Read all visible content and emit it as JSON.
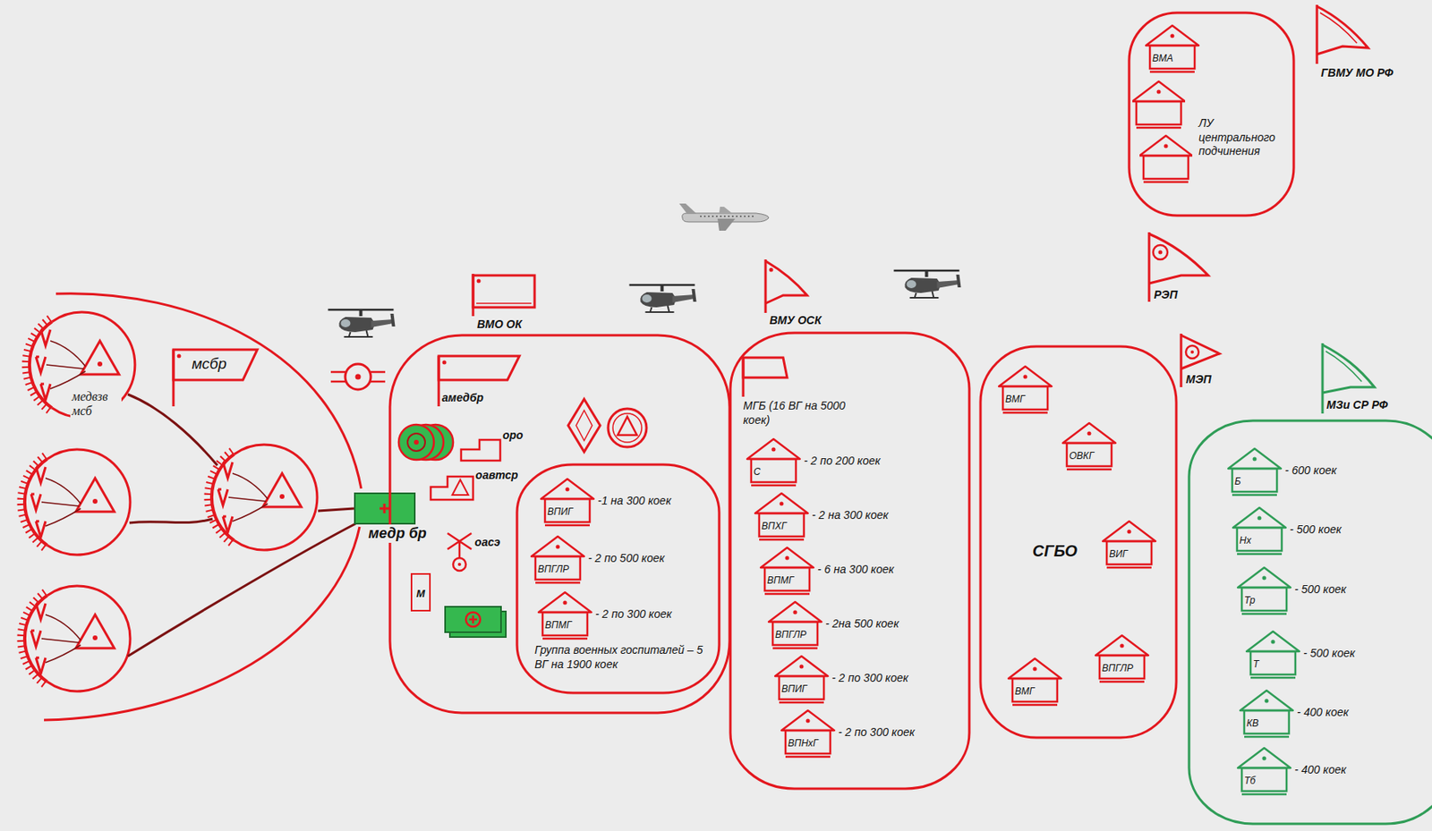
{
  "diagram": {
    "nodes": [
      {
        "text": [
          "ЛУ центрального подчинения"
        ]
      },
      {
        "text": [
          "ВМА"
        ],
        "in": 0
      },
      {
        "text": [
          "мсбр",
          "медвзв мсб"
        ]
      },
      {
        "text": [
          "медр бр"
        ]
      },
      {
        "text": [
          "ВМО ОК"
        ]
      },
      {
        "text": [
          "М"
        ],
        "in": 4
      },
      {
        "text": [
          "Группа военных госпиталей – 5 ВГ на 1900 коек"
        ],
        "in": 4
      },
      {
        "text": [
          "ВПИГ",
          "-1 на 300 коек"
        ],
        "in": 6
      },
      {
        "text": [
          "ВПГЛР",
          "- 2 по 500 коек"
        ],
        "in": 6
      },
      {
        "text": [
          "ВПМГ",
          "- 2 по 300 коек"
        ],
        "in": 6
      },
      {
        "text": [
          "ВМУ ОСК",
          "МГБ (16 ВГ на 5000 коек)"
        ]
      },
      {
        "text": [
          "С",
          "- 2 по 200 коек"
        ],
        "in": 10
      },
      {
        "text": [
          "ВПХГ",
          "- 2 на 300 коек"
        ],
        "in": 10
      },
      {
        "text": [
          "ВПМГ",
          "- 6 на 300 коек"
        ],
        "in": 10
      },
      {
        "text": [
          "ВПГЛР",
          "- 2на 500 коек"
        ],
        "in": 10
      },
      {
        "text": [
          "ВПИГ",
          "- 2 по 300 коек"
        ],
        "in": 10
      },
      {
        "text": [
          "ВПНхГ",
          "- 2 по 300 коек"
        ],
        "in": 10
      },
      {
        "text": [
          "СГБО"
        ]
      },
      {
        "text": [
          "ВМГ"
        ],
        "in": 17
      },
      {
        "text": [
          "ОВКГ"
        ],
        "in": 17
      },
      {
        "text": [
          "ВИГ"
        ],
        "in": 17
      },
      {
        "text": [
          "ВПГЛР"
        ],
        "in": 17
      },
      {
        "text": [
          "ВМГ"
        ],
        "in": 17
      },
      {
        "text": [
          "МЗи СР РФ"
        ]
      },
      {
        "text": [
          "Б",
          "- 600 коек"
        ],
        "in": 23
      },
      {
        "text": [
          "Нх",
          "- 500 коек"
        ],
        "in": 23
      },
      {
        "text": [
          "Тр",
          "- 500 коек"
        ],
        "in": 23
      },
      {
        "text": [
          "Т",
          "- 500 коек"
        ],
        "in": 23
      },
      {
        "text": [
          "КВ",
          "- 400 коек"
        ],
        "in": 23
      },
      {
        "text": [
          "Тб",
          "- 400 коек"
        ],
        "in": 23
      }
    ],
    "labels": [
      "ГВМУ МО РФ",
      "РЭП",
      "МЭП",
      "амедбр",
      "оро",
      "оавтср",
      "оасэ"
    ]
  }
}
